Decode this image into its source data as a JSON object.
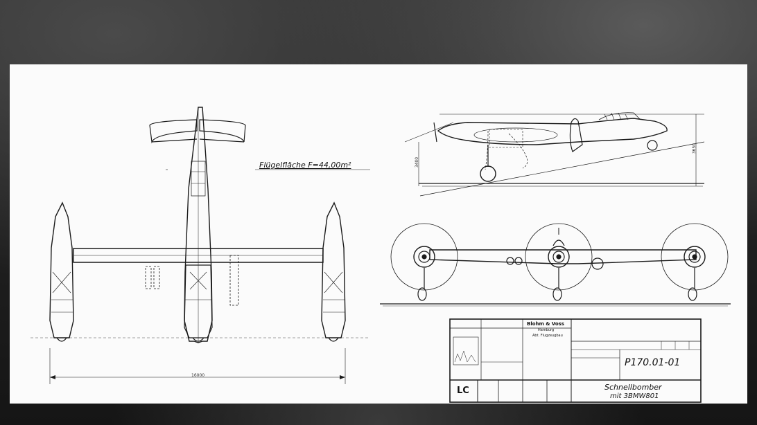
{
  "drawing": {
    "wing_area_label": "Flügelfläche F=44,00m²",
    "span_dim": "16000",
    "height_dim_left": "3400",
    "height_dim_right": "3650"
  },
  "title_block": {
    "company": "Blohm & Voss",
    "company_city": "Hamburg",
    "company_dept": "Abt. Flugzeugbau",
    "drawing_number": "P170.01-01",
    "designation": "Schnellbomber",
    "engines": "mit 3BMW801",
    "code": "LC"
  }
}
